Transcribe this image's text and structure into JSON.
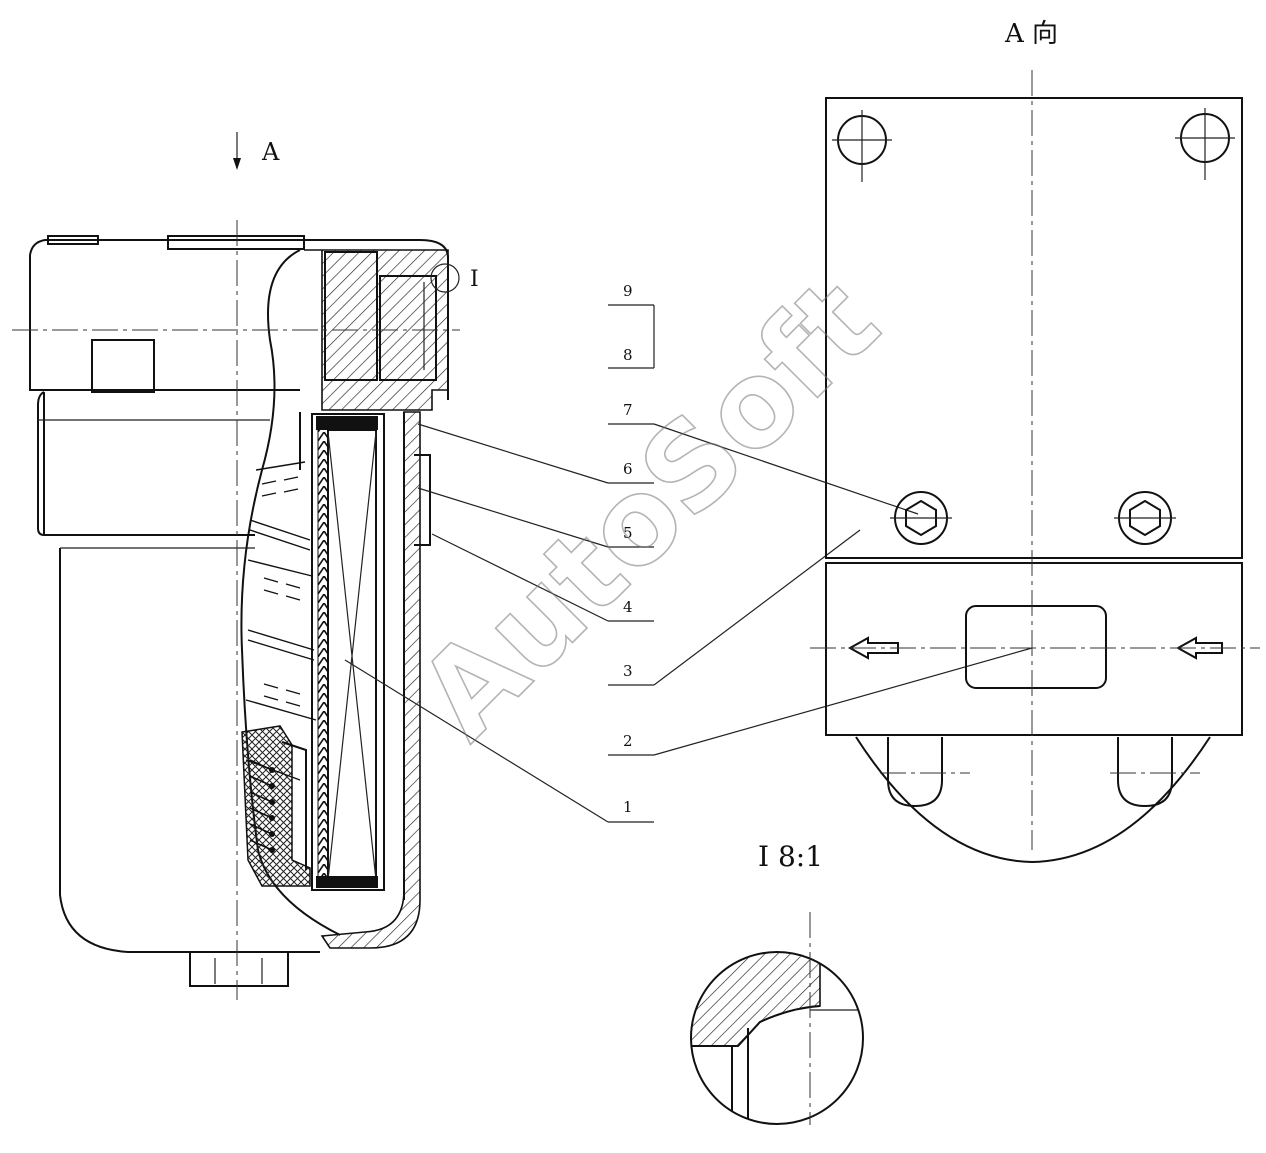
{
  "view_labels": {
    "section_arrow": "A",
    "view_a_title": "A 向",
    "detail_marker": "I",
    "detail_title": "I 8:1"
  },
  "callouts": [
    "1",
    "2",
    "3",
    "4",
    "5",
    "6",
    "7",
    "8",
    "9"
  ],
  "watermark": "AutoSoft"
}
